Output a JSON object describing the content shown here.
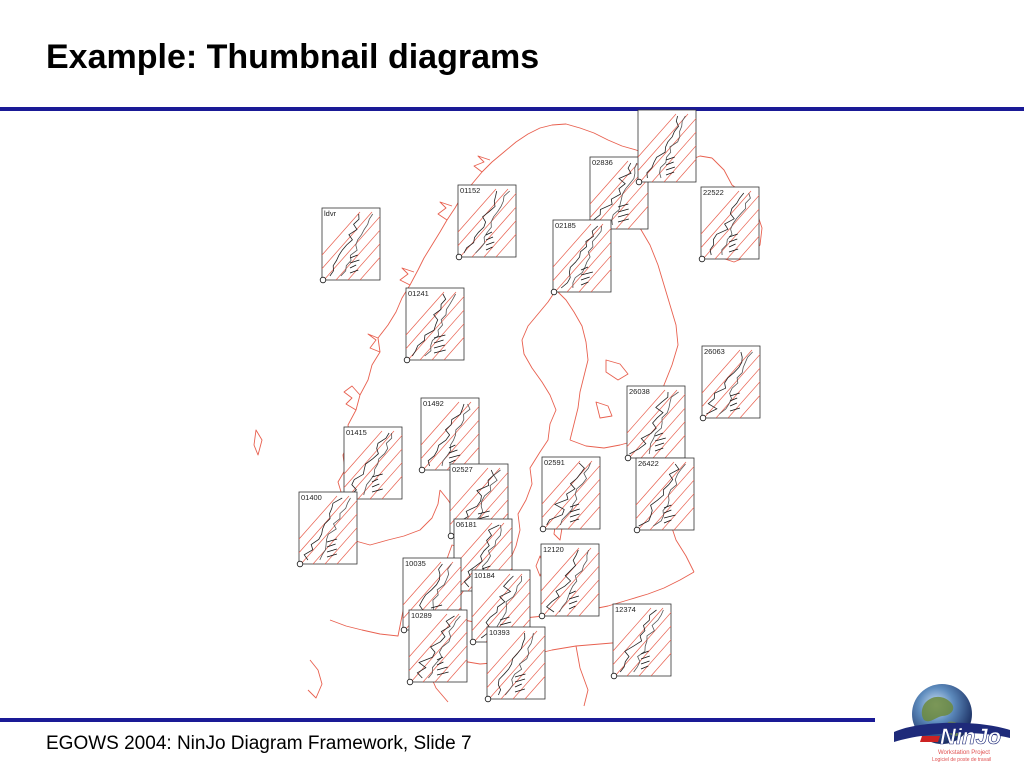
{
  "slide": {
    "title": "Example: Thumbnail diagrams",
    "footer": "EGOWS 2004: NinJo Diagram Framework, Slide 7",
    "accent_color": "#1a1a96",
    "map_color": "#e8604f"
  },
  "logo": {
    "brand_text": "NinJo",
    "tagline_1": "Workstation Project",
    "tagline_2": "Logiciel de poste de travail"
  },
  "stations": [
    {
      "id": "ldvr"
    },
    {
      "id": "01152"
    },
    {
      "id": "02836"
    },
    {
      "id": "22522"
    },
    {
      "id": "02185"
    },
    {
      "id": "01241"
    },
    {
      "id": "26063"
    },
    {
      "id": "26038"
    },
    {
      "id": "01492"
    },
    {
      "id": "01415"
    },
    {
      "id": "02591"
    },
    {
      "id": "26422"
    },
    {
      "id": "02527"
    },
    {
      "id": "01400"
    },
    {
      "id": "06181"
    },
    {
      "id": "12120"
    },
    {
      "id": "10035"
    },
    {
      "id": "10184"
    },
    {
      "id": "12374"
    },
    {
      "id": "10289"
    },
    {
      "id": "10393"
    },
    {
      "id": ""
    }
  ]
}
